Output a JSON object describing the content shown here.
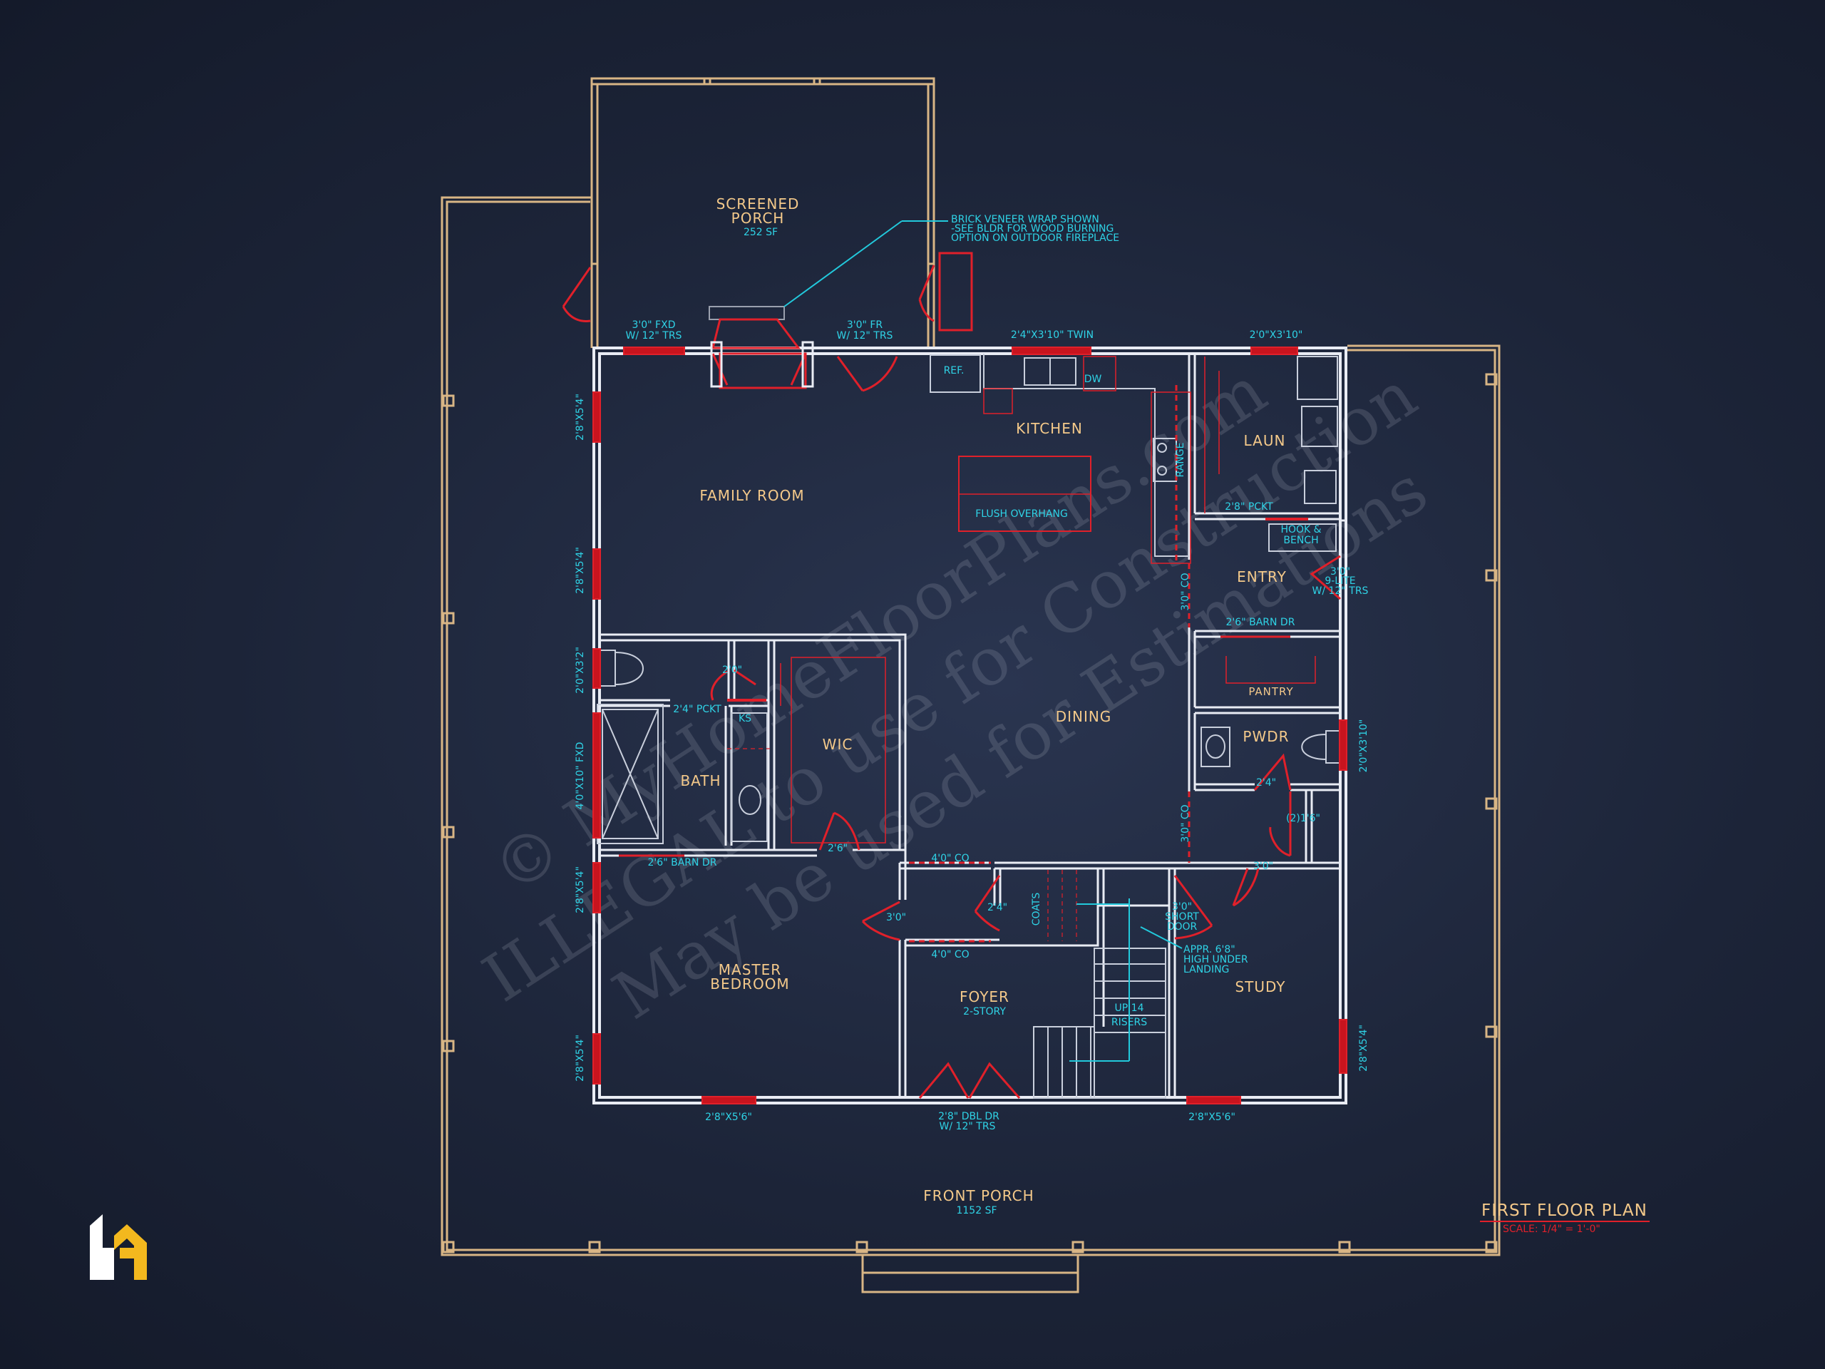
{
  "colors": {
    "background": "#1c2438",
    "walls": "#e9ecf4",
    "porch_outline": "#d8b585",
    "windows_doors": "#e0202a",
    "annotations": "#2fd3e6",
    "room_labels": "#f4c98a",
    "logo": "#f3b81e"
  },
  "watermark": {
    "line1": "© MyHomeFloorPlans.com",
    "line2": "ILLEGAL to use for Construction",
    "line3": "May be used for Estimations"
  },
  "rooms": {
    "screened_porch": {
      "name": "SCREENED\nPORCH",
      "line1": "SCREENED",
      "line2": "PORCH",
      "area": "252 SF"
    },
    "family_room": "FAMILY ROOM",
    "kitchen": "KITCHEN",
    "laun": "LAUN",
    "entry": "ENTRY",
    "pantry": "PANTRY",
    "pwdr": "PWDR",
    "dining": "DINING",
    "bath": "BATH",
    "wic": "WIC",
    "master_bedroom": {
      "line1": "MASTER",
      "line2": "BEDROOM"
    },
    "foyer": {
      "name": "FOYER",
      "sub": "2-STORY"
    },
    "study": "STUDY",
    "front_porch": {
      "name": "FRONT PORCH",
      "area": "1152 SF"
    }
  },
  "notes": {
    "brick_veneer": [
      "BRICK VENEER WRAP SHOWN",
      "-SEE BLDR FOR WOOD BURNING",
      "OPTION ON OUTDOOR FIREPLACE"
    ],
    "door_fxd": [
      "3'0\" FXD",
      "W/ 12\" TRS"
    ],
    "door_fr": [
      "3'0\" FR",
      "W/ 12\" TRS"
    ],
    "window_twin": "2'4\"X3'10\" TWIN",
    "window_laun": "2'0\"X3'10\"",
    "ref": "REF.",
    "dw": "DW",
    "range": "RANGE",
    "flush_overhang": "FLUSH OVERHANG",
    "pckt_laun": "2'8\" PCKT",
    "hook_bench": [
      "HOOK &",
      "BENCH"
    ],
    "entry_door": [
      "3'0\"",
      "9-LITE",
      "W/ 12\" TRS"
    ],
    "co_entry": "3'0\" CO",
    "barn_pantry": "2'6\" BARN DR",
    "window_pwdr": "2'0\"X3'10\"",
    "pwdr_door": "2'4\"",
    "closet_dbl": "(2)1'6\"",
    "co_pwdr": "3'0\" CO",
    "hall_door": "3'0\"",
    "window_fam1": "2'8\"X5'4\"",
    "window_fam2": "2'8\"X5'4\"",
    "window_bath_small": "2'0\"X3'2\"",
    "window_bath_fxd": "4'0\"X10\" FXD",
    "wc_door": "2'0\"",
    "pckt_bath": "2'4\" PCKT",
    "ks": "KS",
    "barn_bath": "2'6\" BARN DR",
    "wic_door": "2'6\"",
    "co_upper": "4'0\" CO",
    "co_lower": "4'0\" CO",
    "mb_door": "3'0\"",
    "coats_door": "2'4\"",
    "coats": "COATS",
    "short_door": [
      "3'0\"",
      "SHORT",
      "DOOR"
    ],
    "landing": [
      "APPR. 6'8\"",
      "HIGH UNDER",
      "LANDING"
    ],
    "stairs": [
      "UP 14",
      "RISERS"
    ],
    "window_mb1": "2'8\"X5'4\"",
    "window_mb2": "2'8\"X5'4\"",
    "window_mb_bottom": "2'8\"X5'6\"",
    "front_door": [
      "2'8\" DBL DR",
      "W/ 12\" TRS"
    ],
    "window_study_bottom": "2'8\"X5'6\"",
    "window_study_side": "2'8\"X5'4\""
  },
  "title_block": {
    "title": "FIRST FLOOR PLAN",
    "scale": "SCALE: 1/4\" = 1'-0\""
  },
  "logo": {
    "icon": "house-h-logo-icon"
  }
}
